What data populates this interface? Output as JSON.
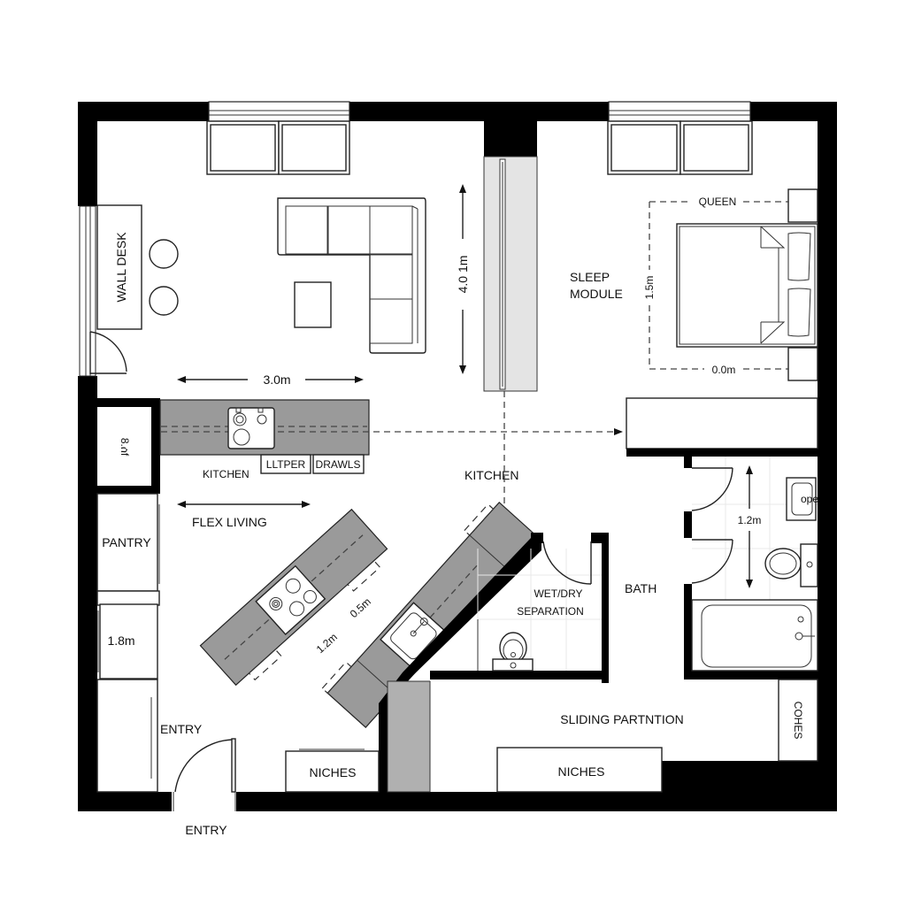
{
  "plan": {
    "type": "floor plan",
    "colors": {
      "wall": "#000000",
      "counter": "#9a9a9a",
      "closet": "#e4e4e4",
      "background": "#ffffff"
    },
    "rooms": {
      "wall_desk": "WALL DESK",
      "sleep_module_line1": "SLEEP",
      "sleep_module_line2": "MODULE",
      "kitchen_upper": "KITCHEN",
      "kitchen_center": "KITCHEN",
      "flex_living": "FLEX LIVING",
      "pantry": "PANTRY",
      "entry_inside": "ENTRY",
      "entry_outside": "ENTRY",
      "niches_left": "NICHES",
      "niches_right": "NICHES",
      "wet_dry_line1": "WET/DRY",
      "wet_dry_line2": "SEPARATION",
      "bath": "BATH",
      "sliding_partition": "SLIDING PARTNTION",
      "cohes": "COHES",
      "queen": "QUEEN"
    },
    "cabinet_labels": {
      "upper": "LLTPER",
      "drawers": "DRAWLS"
    },
    "dimensions": {
      "living_width": "3.0m",
      "living_height": "4.0  1m",
      "bed_height": "1.5m",
      "bed_width": "0.0m",
      "bath_height": "1.2m",
      "storage_left": "8.ሰf",
      "wardrobe": "1.8m",
      "island_depth": "0.5m",
      "island_length": "1.2m"
    },
    "icons": [
      "window-icon",
      "sofa-icon",
      "coffee-table-icon",
      "stool-icon",
      "door-swing-icon",
      "cooktop-icon",
      "sink-icon",
      "bed-icon",
      "pillow-icon",
      "nightstand-icon",
      "toilet-icon",
      "bathtub-icon",
      "arrow-icon"
    ]
  }
}
